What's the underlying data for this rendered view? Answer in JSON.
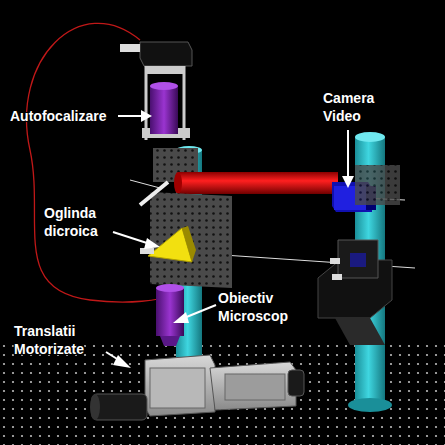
{
  "diagram": {
    "labels": [
      "Autofocalizare",
      "Camera Video",
      "Oglinda dicroica",
      "Obiectiv Microscop",
      "Translatii Motorizate"
    ]
  }
}
